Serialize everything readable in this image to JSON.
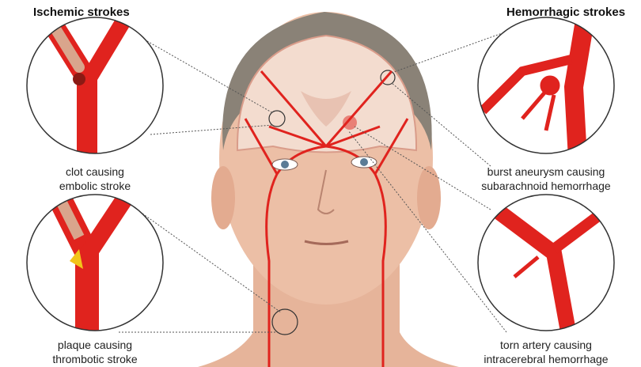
{
  "titles": {
    "ischemic": "Ischemic strokes",
    "hemorrhagic": "Hemorrhagic strokes"
  },
  "ischemic": [
    {
      "line1": "clot causing",
      "line2": "embolic stroke"
    },
    {
      "line1": "plaque causing",
      "line2": "thrombotic stroke"
    }
  ],
  "hemorrhagic": [
    {
      "line1": "burst aneurysm causing",
      "line2": "subarachnoid hemorrhage"
    },
    {
      "line1": "torn artery causing",
      "line2": "intracerebral hemorrhage"
    }
  ],
  "colors": {
    "artery": "#e0231e",
    "skin": "#e9b9a0",
    "hair": "#8a8277",
    "brain": "#f3dccf"
  }
}
